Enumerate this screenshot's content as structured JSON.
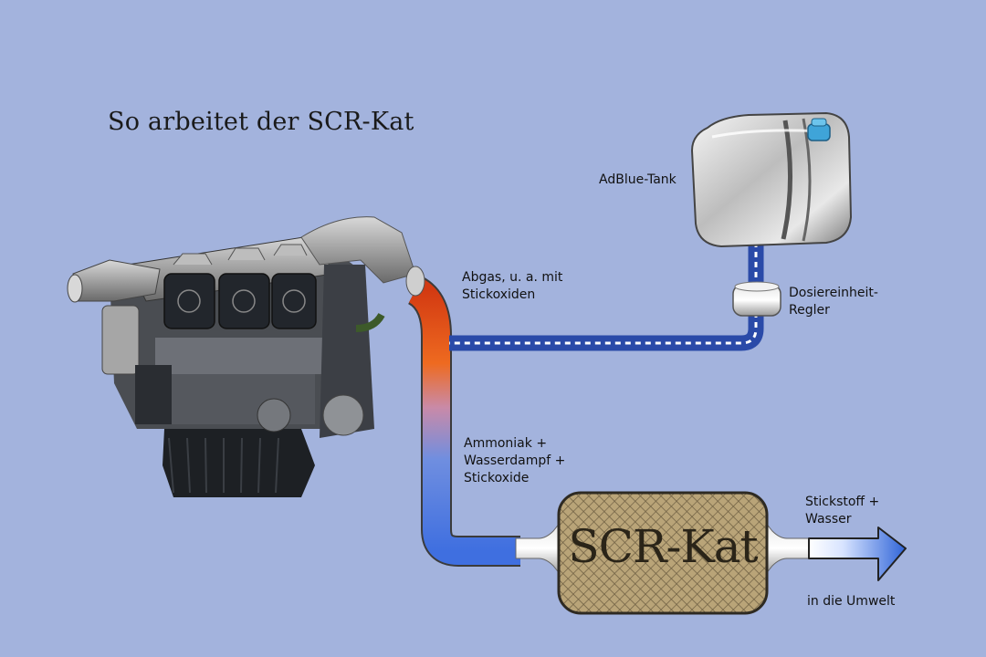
{
  "title": "So arbeitet der SCR-Kat",
  "labels": {
    "tank": "AdBlue-Tank",
    "exhaust": "Abgas, u. a. mit\nStickoxiden",
    "dosing": "Dosiereinheit-\nRegler",
    "mixture": "Ammoniak +\nWasserdampf +\nStickoxide",
    "output": "Stickstoff +\nWasser",
    "environment": "in die Umwelt",
    "catalyst": "SCR-Kat"
  },
  "colors": {
    "background": "#a3b3dd",
    "hot_exhaust": "#e0501a",
    "cool_exhaust": "#4a7fe0",
    "adblue_line": "#2c4fb0",
    "catalyst_body": "#b7a277"
  },
  "icons": {
    "engine": "engine-illustration",
    "tank": "adblue-tank",
    "catalyst": "catalyst-honeycomb",
    "arrow": "output-arrow"
  }
}
